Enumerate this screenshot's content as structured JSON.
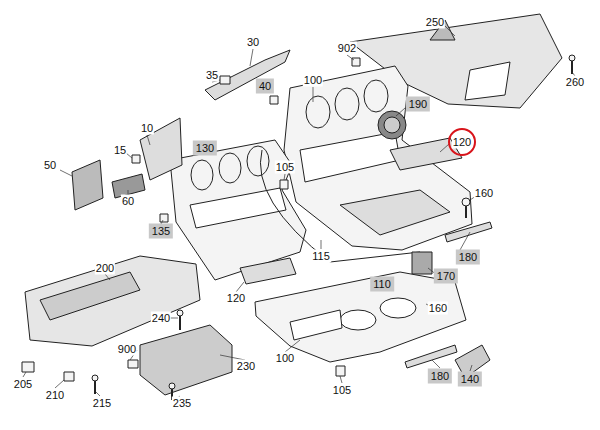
{
  "diagram": {
    "labels": [
      "250",
      "30",
      "902",
      "260",
      "35",
      "40",
      "100",
      "190",
      "120",
      "10",
      "15",
      "130",
      "105",
      "50",
      "60",
      "160",
      "135",
      "180",
      "115",
      "170",
      "200",
      "110",
      "120",
      "160",
      "240",
      "100",
      "900",
      "230",
      "105",
      "180",
      "140",
      "205",
      "210",
      "215",
      "235"
    ]
  }
}
